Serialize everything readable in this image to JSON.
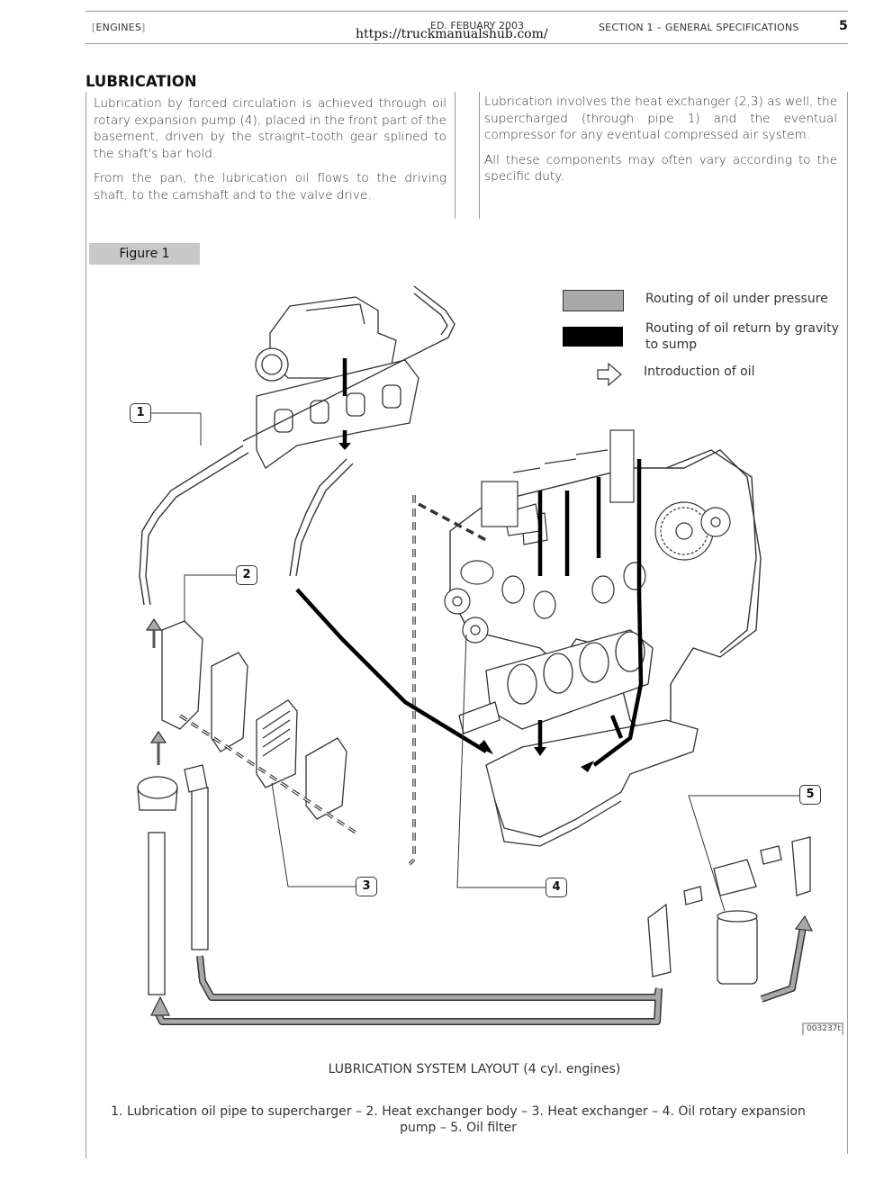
{
  "header": {
    "left": "ENGINES",
    "edition": "ED. FEBUARY 2003",
    "url": "https://truckmanualshub.com/",
    "section": "SECTION 1 – GENERAL SPECIFICATIONS",
    "page_number": "5"
  },
  "section_title": "LUBRICATION",
  "column_left": {
    "p1": "Lubrication by forced circulation is achieved through oil rotary expansion pump (4), placed in the front part of the basement, driven by the straight–tooth gear splined to the shaft's bar hold.",
    "p2": "From the pan, the lubrication oil flows to the driving shaft, to the camshaft and to the valve drive."
  },
  "column_right": {
    "p1": "Lubrication involves the heat exchanger (2,3) as well, the supercharged (through pipe 1) and the eventual compressor for any eventual compressed air system.",
    "p2": "All these components may often vary according to the specific duty."
  },
  "figure": {
    "label": "Figure 1",
    "legend": {
      "pressure": "Routing of oil under pressure",
      "gravity": "Routing of oil return by gravity to sump",
      "introduction": "Introduction of oil"
    },
    "callouts": [
      "1",
      "2",
      "3",
      "4",
      "5"
    ],
    "code": "003237t",
    "caption": "LUBRICATION SYSTEM LAYOUT (4 cyl. engines)",
    "parts_list": "1. Lubrication oil pipe to supercharger – 2. Heat exchanger body – 3. Heat exchanger – 4. Oil rotary expansion pump – 5. Oil filter"
  },
  "colors": {
    "pressure_fill": "#a9a9a9",
    "gravity_fill": "#000000",
    "figure_label_bg": "#c8c8c8"
  }
}
